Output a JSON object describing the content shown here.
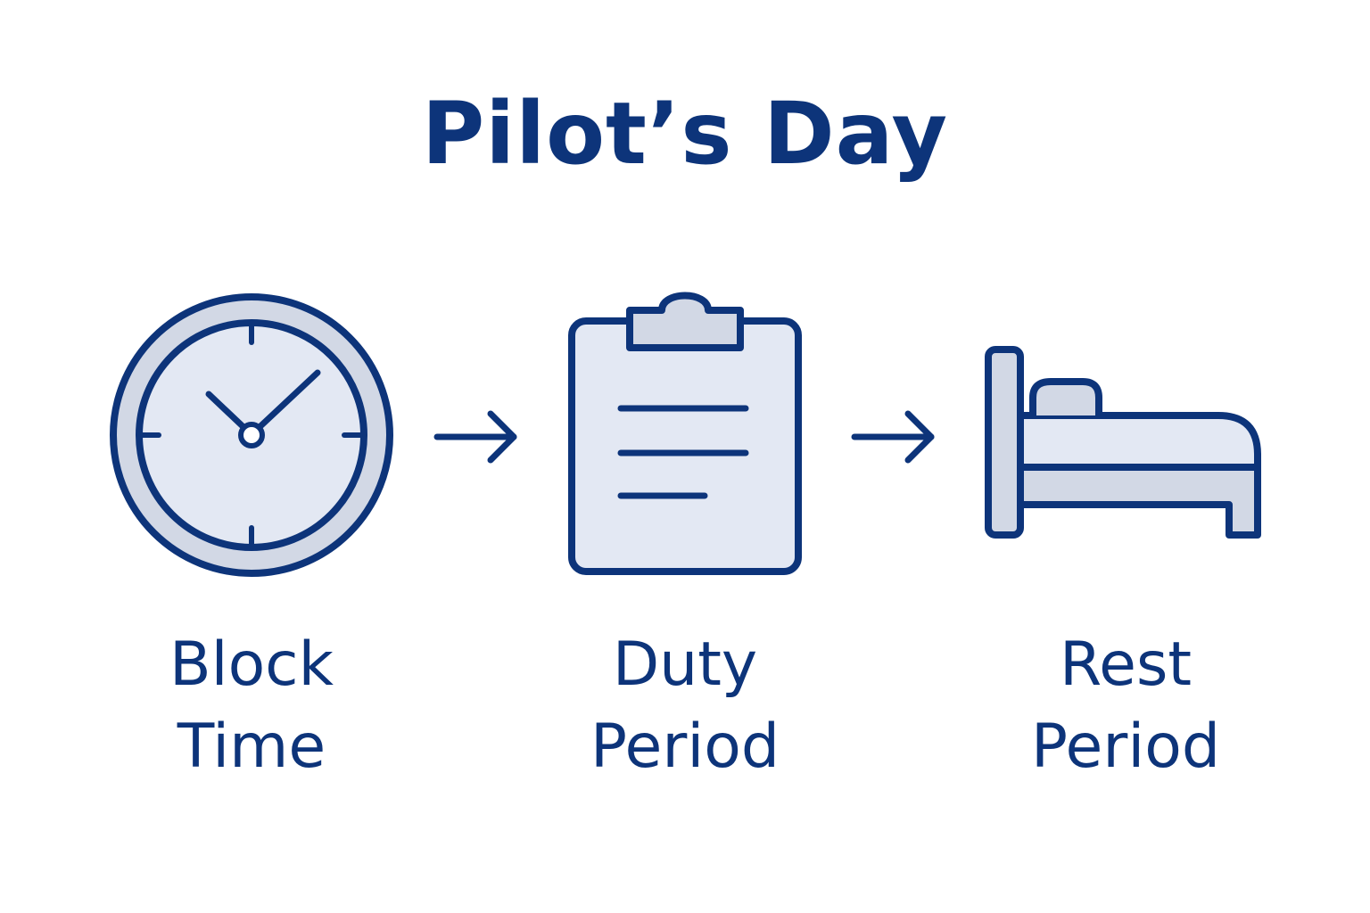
{
  "title": "Pilot’s Day",
  "colors": {
    "ink": "#0d347a",
    "fill_light": "#e3e8f3",
    "fill_mid": "#d2d8e5",
    "background": "#ffffff"
  },
  "steps": [
    {
      "icon": "clock-icon",
      "label_line1": "Block",
      "label_line2": "Time"
    },
    {
      "icon": "clipboard-icon",
      "label_line1": "Duty",
      "label_line2": "Period"
    },
    {
      "icon": "bed-icon",
      "label_line1": "Rest",
      "label_line2": "Period"
    }
  ],
  "connectors": [
    "arrow-right-icon",
    "arrow-right-icon"
  ]
}
